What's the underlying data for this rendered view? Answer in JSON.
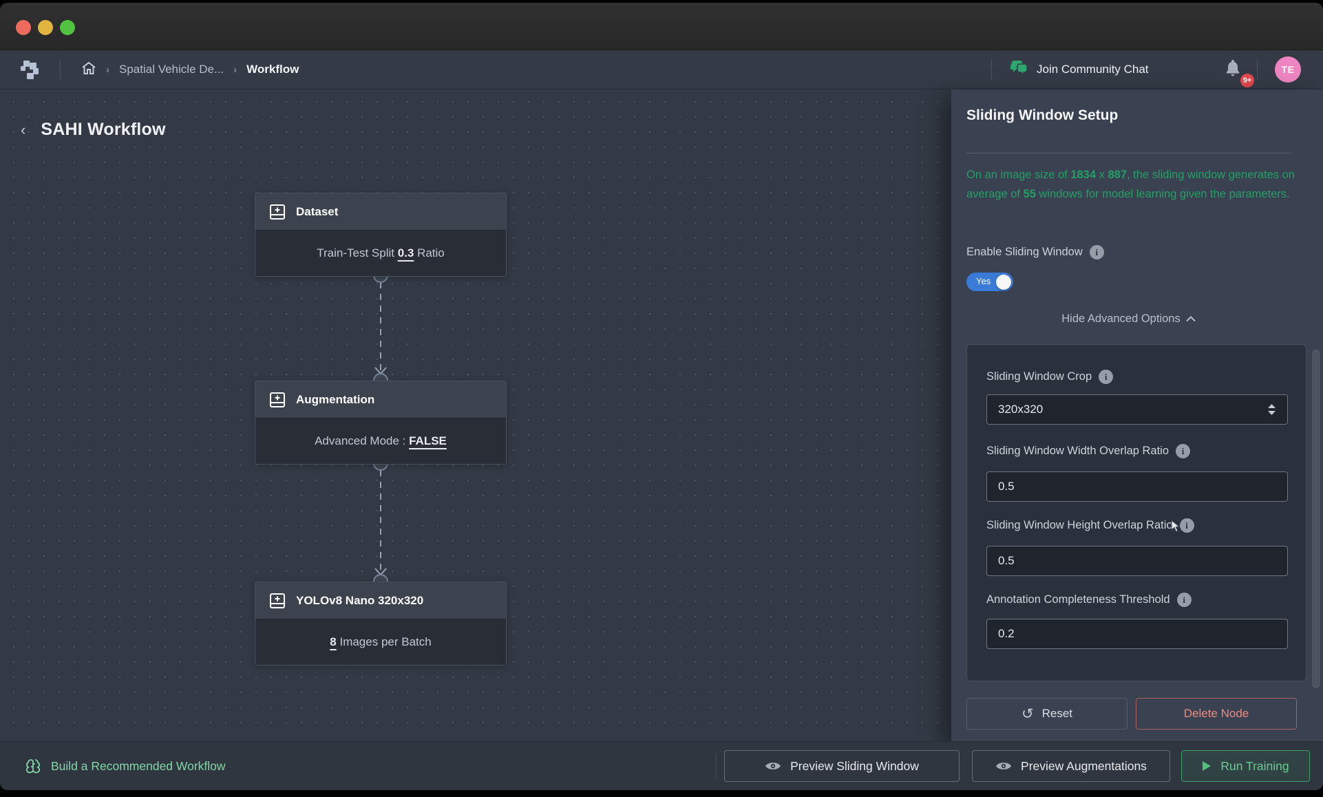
{
  "header": {
    "breadcrumb": {
      "project": "Spatial Vehicle De...",
      "sep": "›",
      "page": "Workflow"
    },
    "chat_label": "Join Community Chat",
    "notification_count": "9+",
    "avatar_initials": "TE"
  },
  "canvas": {
    "title": "SAHI Workflow",
    "back_glyph": "‹",
    "nodes": [
      {
        "title": "Dataset",
        "pre": "Train-Test Split ",
        "value": "0.3",
        "suf": " Ratio"
      },
      {
        "title": "Augmentation",
        "pre": "Advanced Mode : ",
        "value": "FALSE",
        "suf": ""
      },
      {
        "title": "YOLOv8 Nano 320x320",
        "pre": "",
        "value": "8",
        "suf": " Images per Batch"
      }
    ]
  },
  "panel": {
    "title": "Sliding Window Setup",
    "summary": {
      "p1": "On an image size of ",
      "n1": "1834",
      "p2": " x ",
      "n2": "887",
      "p3": ", the sliding window generates on average of ",
      "n3": "55",
      "p4": " windows for model learning given the parameters."
    },
    "enable_label": "Enable Sliding Window",
    "toggle_value": "Yes",
    "advanced_toggle_label": "Hide Advanced Options",
    "fields": [
      {
        "label": "Sliding Window Crop",
        "value": "320x320"
      },
      {
        "label": "Sliding Window Width Overlap Ratio",
        "value": "0.5"
      },
      {
        "label": "Sliding Window Height Overlap Ratio",
        "value": "0.5"
      },
      {
        "label": "Annotation Completeness Threshold",
        "value": "0.2"
      }
    ],
    "info_glyph": "i",
    "reset_label": "Reset",
    "reset_glyph": "↺",
    "delete_label": "Delete Node"
  },
  "footer": {
    "recommend_label": "Build a Recommended Workflow",
    "preview_sliding_label": "Preview Sliding Window",
    "preview_aug_label": "Preview Augmentations",
    "run_label": "Run Training"
  },
  "colors": {
    "accent_green": "#22A065",
    "mint": "#80D8A6",
    "toggle_blue": "#3B7BD8",
    "danger": "#EE8B81",
    "badge_red": "#E5484D",
    "avatar_pink": "#EE85C2",
    "panel_bg": "#3A4150",
    "canvas_bg": "#333A45"
  }
}
